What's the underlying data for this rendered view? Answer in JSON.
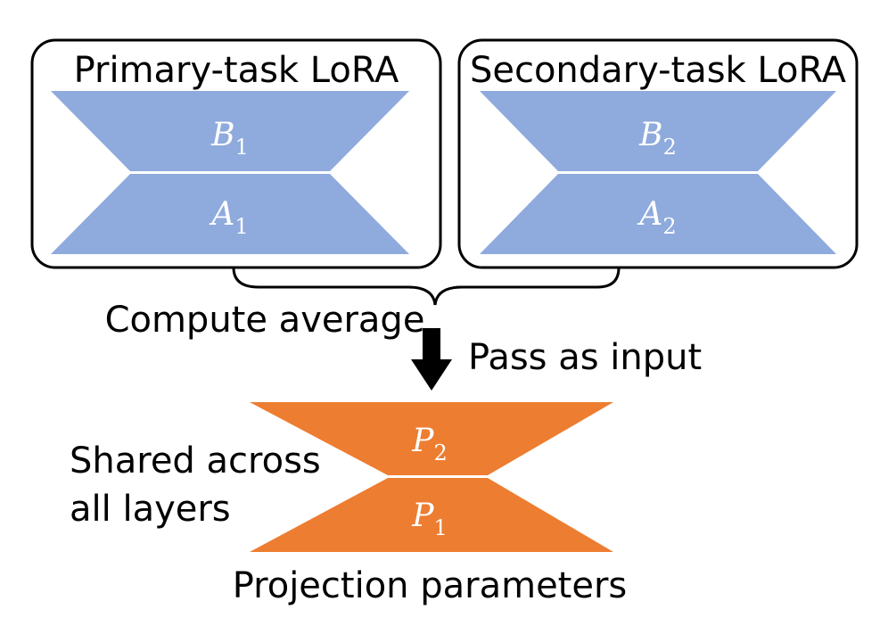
{
  "primary_lora": {
    "title": "Primary-task LoRA",
    "top_matrix": {
      "base": "B",
      "sub": "1"
    },
    "bottom_matrix": {
      "base": "A",
      "sub": "1"
    }
  },
  "secondary_lora": {
    "title": "Secondary-task LoRA",
    "top_matrix": {
      "base": "B",
      "sub": "2"
    },
    "bottom_matrix": {
      "base": "A",
      "sub": "2"
    }
  },
  "brace_label": "Compute average",
  "arrow_label": "Pass as input",
  "projection": {
    "top_matrix": {
      "base": "P",
      "sub": "2"
    },
    "bottom_matrix": {
      "base": "P",
      "sub": "1"
    },
    "side_label_line1": "Shared across",
    "side_label_line2": "all layers",
    "caption": "Projection parameters"
  },
  "colors": {
    "lora_fill": "#8FAADC",
    "projection_fill": "#ED7D31",
    "stroke": "#000000"
  }
}
